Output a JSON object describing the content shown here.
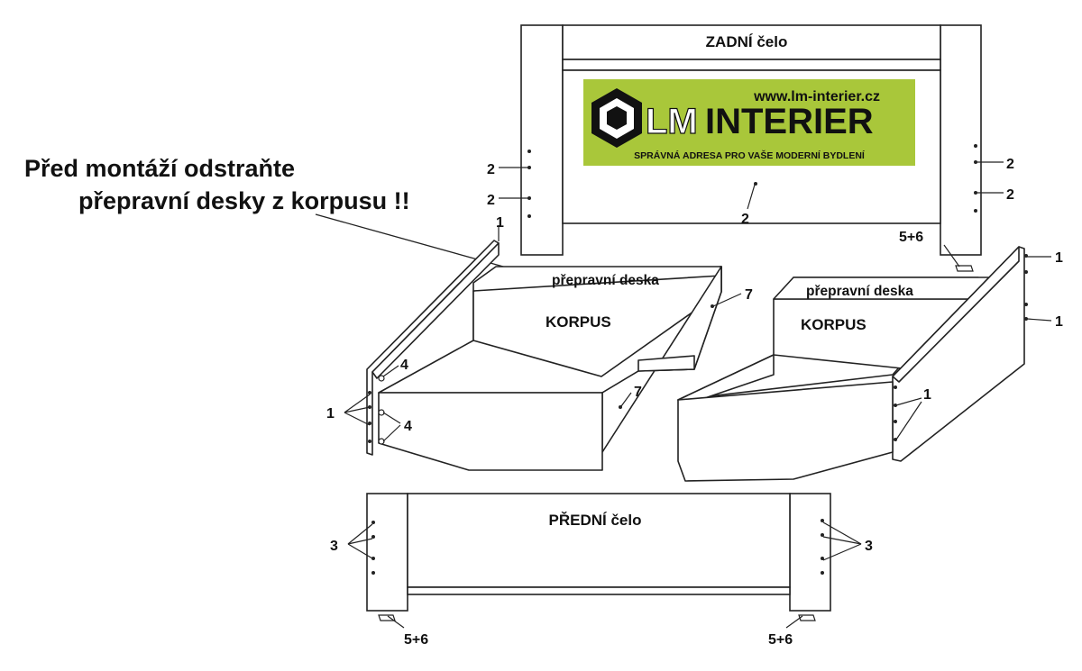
{
  "panels": {
    "back": "ZADNÍ čelo",
    "front": "PŘEDNÍ čelo",
    "korpus_left": "KORPUS",
    "korpus_right": "KORPUS",
    "transport_left": "přepravní deska",
    "transport_right": "přepravní deska"
  },
  "warning": {
    "line1": "Před montáží odstraňte",
    "line2": "přepravní desky z korpusu !!"
  },
  "logo": {
    "url": "www.lm-interier.cz",
    "brand_lm": "LM",
    "brand_name": "INTERIER",
    "tagline": "SPRÁVNÁ ADRESA PRO VAŠE MODERNÍ BYDLENÍ",
    "bg_color": "#a9c73a",
    "icon": "cube-logo-icon"
  },
  "part_numbers": {
    "n1": "1",
    "n2": "2",
    "n3": "3",
    "n4": "4",
    "n56": "5+6",
    "n7": "7"
  }
}
